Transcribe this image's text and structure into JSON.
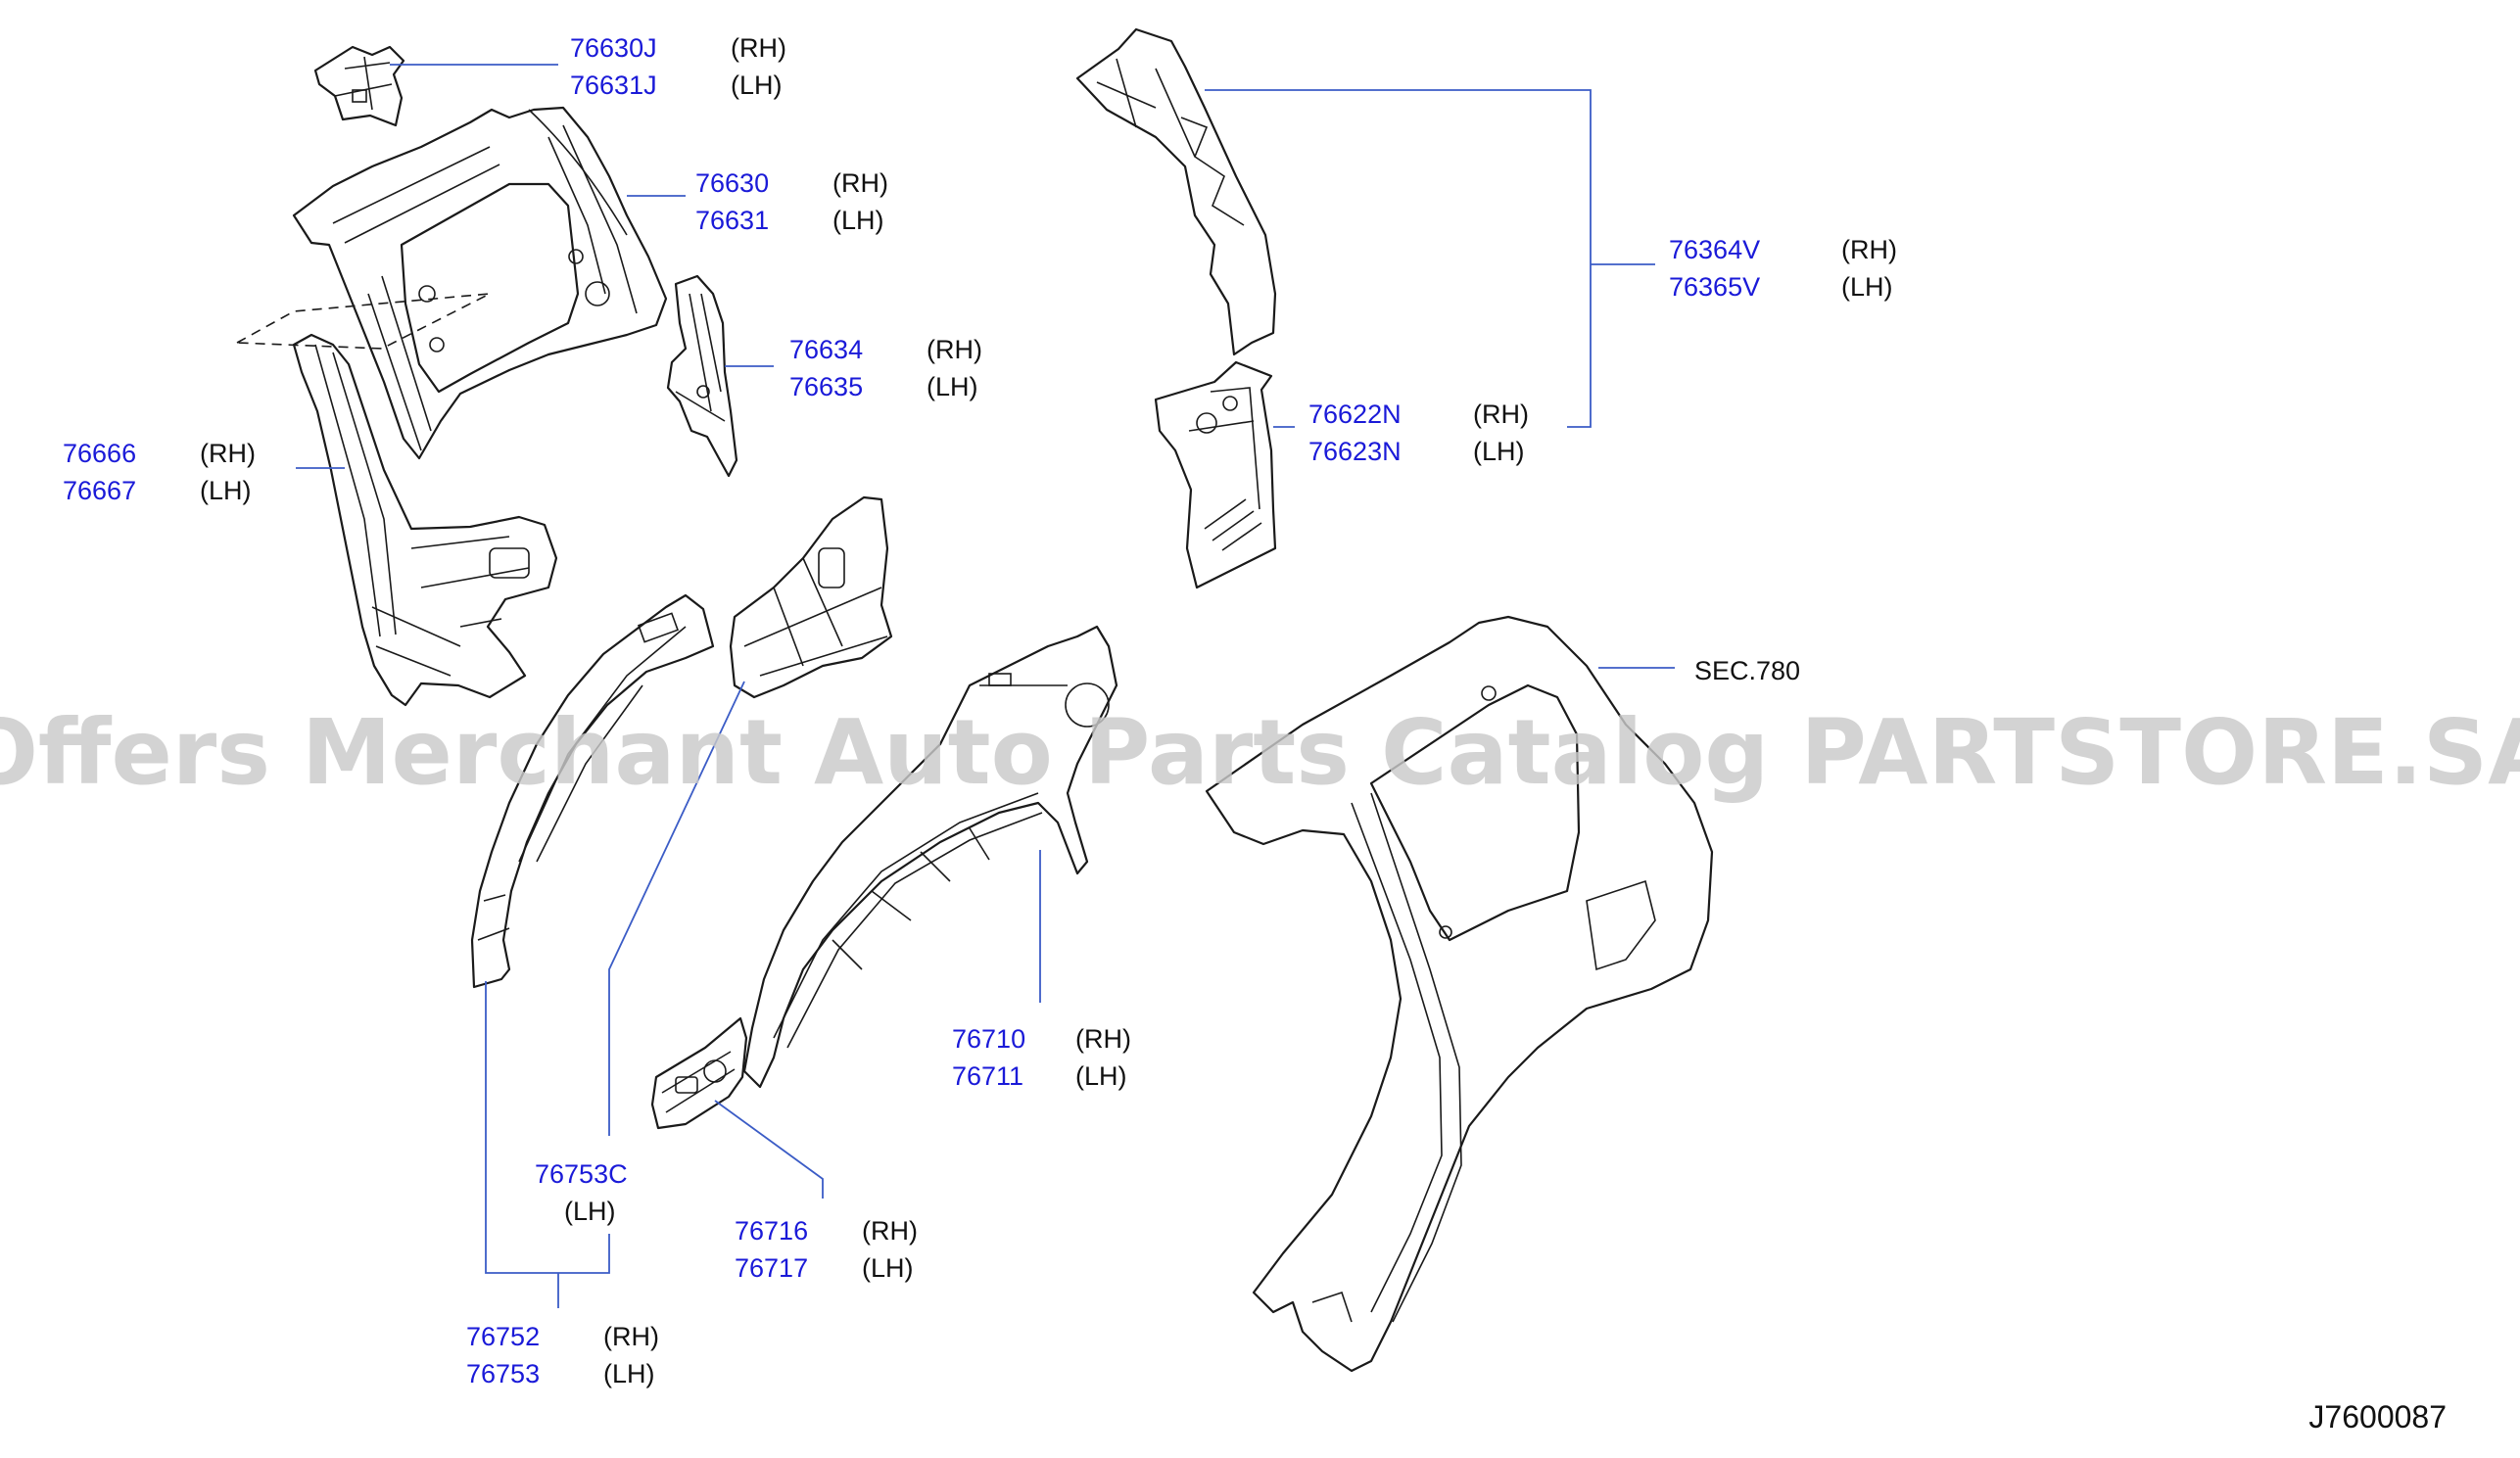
{
  "diagram": {
    "drawing_code": "J7600087",
    "watermark": "Offers Merchant Auto Parts Catalog PARTSTORE.SA",
    "colors": {
      "part_number": "#1a1ad8",
      "text": "#111111",
      "leader": "#3b5cc6",
      "line": "#1a1a1a",
      "watermark": "#c9c9c9"
    },
    "callouts": [
      {
        "id": "76630J",
        "rows": [
          {
            "part": "76630J",
            "side": "(RH)"
          },
          {
            "part": "76631J",
            "side": "(LH)"
          }
        ]
      },
      {
        "id": "76630",
        "rows": [
          {
            "part": "76630",
            "side": "(RH)"
          },
          {
            "part": "76631",
            "side": "(LH)"
          }
        ]
      },
      {
        "id": "76634",
        "rows": [
          {
            "part": "76634",
            "side": "(RH)"
          },
          {
            "part": "76635",
            "side": "(LH)"
          }
        ]
      },
      {
        "id": "76666",
        "rows": [
          {
            "part": "76666",
            "side": "(RH)"
          },
          {
            "part": "76667",
            "side": "(LH)"
          }
        ]
      },
      {
        "id": "76364V",
        "rows": [
          {
            "part": "76364V",
            "side": "(RH)"
          },
          {
            "part": "76365V",
            "side": "(LH)"
          }
        ]
      },
      {
        "id": "76622N",
        "rows": [
          {
            "part": "76622N",
            "side": "(RH)"
          },
          {
            "part": "76623N",
            "side": "(LH)"
          }
        ]
      },
      {
        "id": "76710",
        "rows": [
          {
            "part": "76710",
            "side": "(RH)"
          },
          {
            "part": "76711",
            "side": "(LH)"
          }
        ]
      },
      {
        "id": "76753C",
        "rows": [
          {
            "part": "76753C",
            "side": "(LH)"
          }
        ]
      },
      {
        "id": "76716",
        "rows": [
          {
            "part": "76716",
            "side": "(RH)"
          },
          {
            "part": "76717",
            "side": "(LH)"
          }
        ]
      },
      {
        "id": "76752",
        "rows": [
          {
            "part": "76752",
            "side": "(RH)"
          },
          {
            "part": "76753",
            "side": "(LH)"
          }
        ]
      }
    ],
    "section_ref": "SEC.780"
  }
}
